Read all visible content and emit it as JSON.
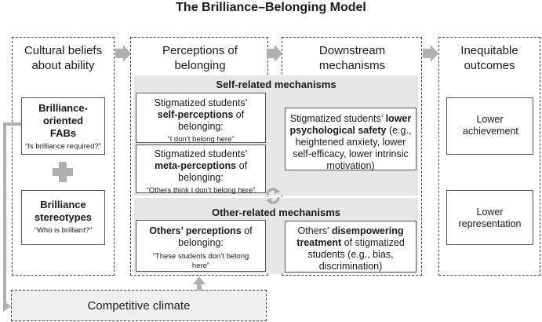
{
  "title": "The Brilliance–Belonging Model",
  "columns": {
    "cultural": "Cultural beliefs about ability",
    "perceptions": "Perceptions of belonging",
    "downstream": "Downstream mechanisms",
    "outcomes": "Inequitable outcomes"
  },
  "bands": {
    "self": "Self-related mechanisms",
    "other": "Other-related mechanisms"
  },
  "cultural_boxes": {
    "fabs_title": "Brilliance-oriented FABs",
    "fabs_quote": "“Is brilliance required?”",
    "stereo_title": "Brilliance stereotypes",
    "stereo_quote": "“Who is brilliant?”"
  },
  "self_perc": {
    "pre": "Stigmatized students’",
    "bold": "self-perceptions",
    "post": "of belonging:",
    "quote": "“I don’t belong here”"
  },
  "meta_perc": {
    "pre": "Stigmatized students’",
    "bold": "meta-perceptions",
    "post": "of belonging:",
    "quote": "“Others think I don’t belong here”"
  },
  "others_perc": {
    "bold": "Others’ perceptions",
    "post": "of belonging:",
    "quote": "“These students don’t belong here”"
  },
  "safety": {
    "pre": "Stigmatized students’",
    "bold": "lower psychological safety",
    "post": "(e.g., heightened anxiety, lower self-efficacy, lower intrinsic motivation)"
  },
  "treatment": {
    "pre": "Others’",
    "bold": "disempowering treatment",
    "post": "of stigmatized students (e.g., bias, discrimination)"
  },
  "outcomes": {
    "achievement": "Lower achievement",
    "representation": "Lower representation"
  },
  "climate": "Competitive climate",
  "colors": {
    "band": "#e6e6e6",
    "arrow": "#b0b0b0",
    "box_border": "#555555"
  }
}
